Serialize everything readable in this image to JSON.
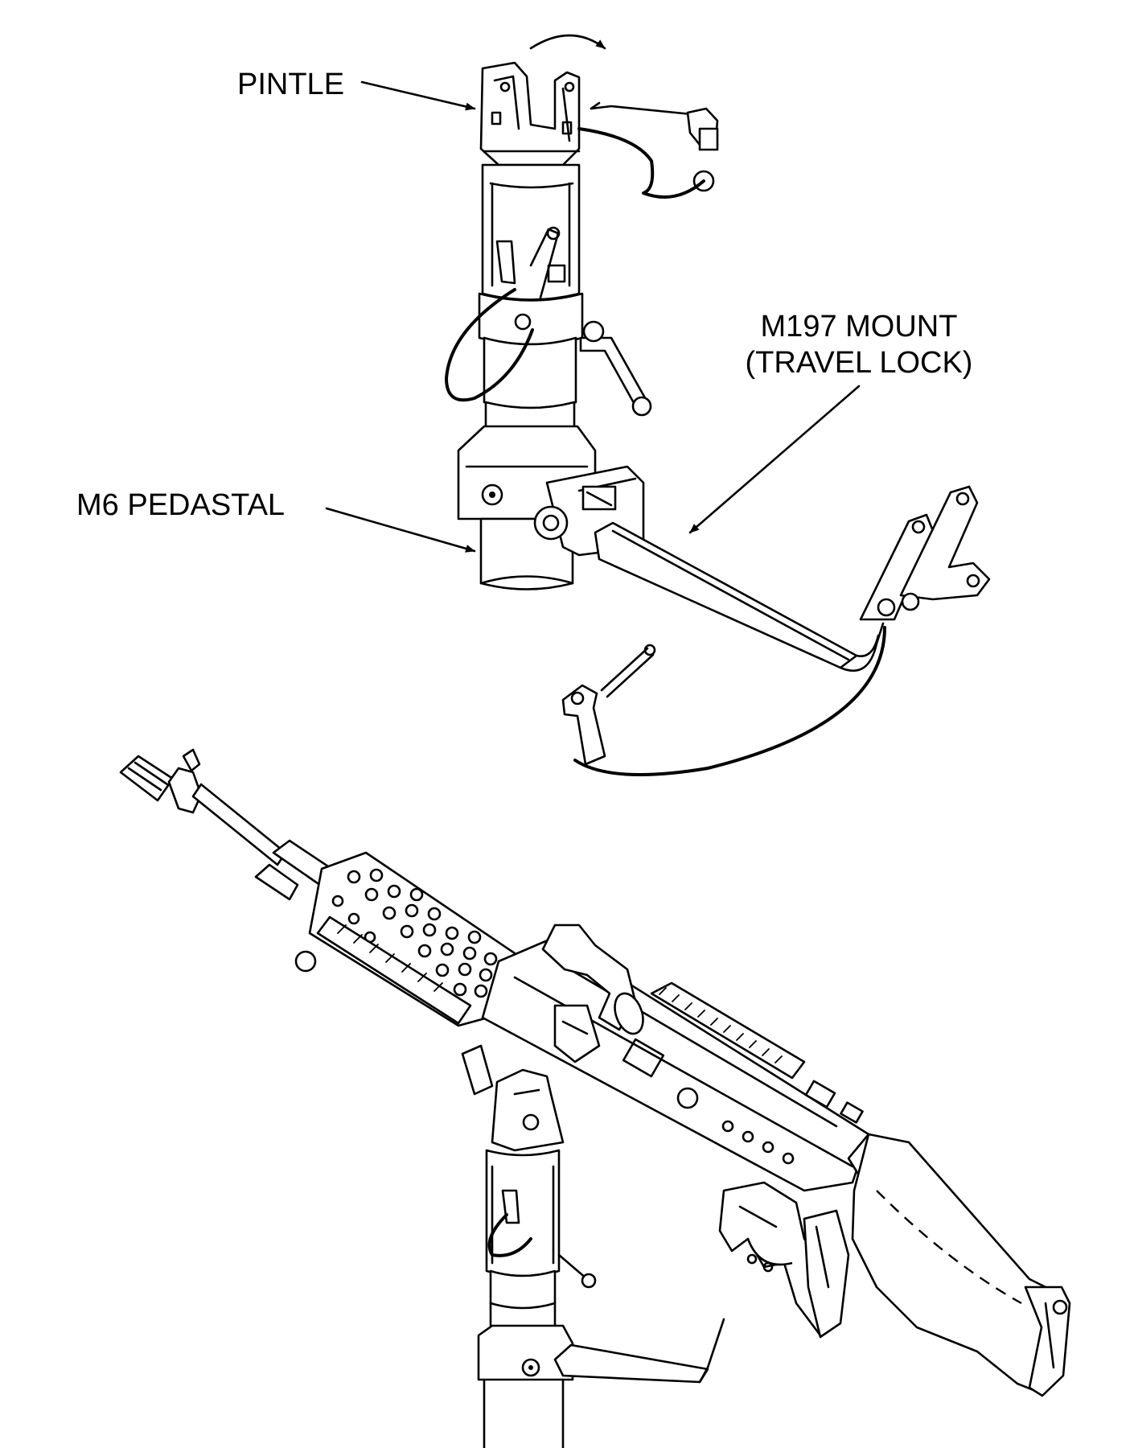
{
  "labels": {
    "pintle": "PINTLE",
    "mount_line1": "M197 MOUNT",
    "mount_line2": "(TRAVEL LOCK)",
    "pedestal": "M6 PEDASTAL"
  },
  "colors": {
    "ink": "#000000",
    "paper": "#ffffff"
  }
}
